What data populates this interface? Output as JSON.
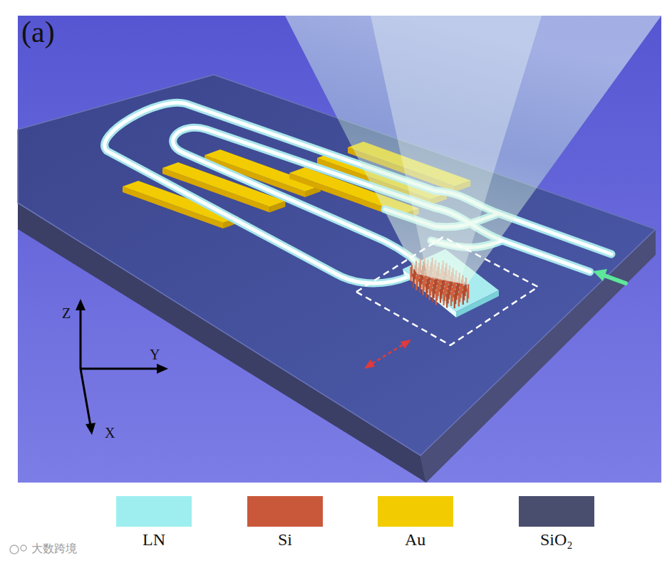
{
  "diagram": {
    "labels": [
      "(a)",
      "Z",
      "Y",
      "X",
      "大数跨境"
    ],
    "legend": [
      {
        "text": "LN",
        "color": "#9eeef0"
      },
      {
        "text": "Si",
        "color": "#c9583a"
      },
      {
        "text": "Au",
        "color": "#f2cc00"
      },
      {
        "text": "SiO₂",
        "color": "#4a4e6e"
      }
    ]
  }
}
